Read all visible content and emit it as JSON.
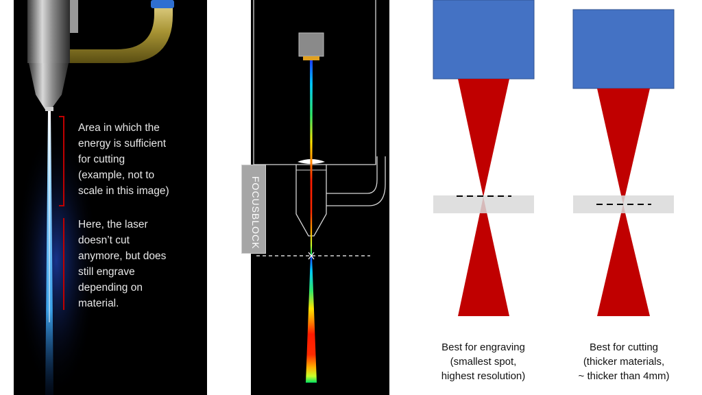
{
  "panel1": {
    "note_cutting": "Area in which the\nenergy is sufficient\nfor cutting\n(example, not to\nscale in this image)",
    "note_engrave": "Here, the laser\ndoesn’t cut\nanymore, but does\nstill engrave\ndepending on\nmaterial.",
    "bracket_color": "#c00000"
  },
  "panel2": {
    "focusblock_label": "FOCUSBLOCK"
  },
  "panel3": {
    "caption_engraving": "Best for engraving\n(smallest spot,\nhighest resolution)",
    "caption_cutting": "Best for cutting\n(thicker materials,\n~ thicker than 4mm)",
    "head_color": "#4472c4",
    "beam_color": "#c00000",
    "material_color": "#d9d9d9"
  }
}
